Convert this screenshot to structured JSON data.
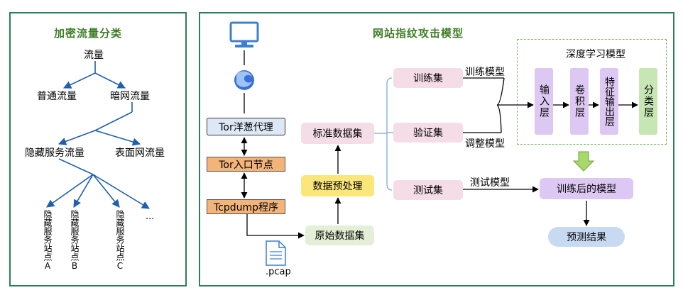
{
  "left": {
    "title": "加密流量分类",
    "root": "流量",
    "normal": "普通流量",
    "dark": "暗网流量",
    "hidden_service": "隐藏服务流量",
    "surface": "表面网流量",
    "sites": [
      "隐藏服务站点A",
      "隐藏服务站点B",
      "隐藏服务站点C"
    ],
    "more": "..."
  },
  "right": {
    "title": "网站指纹攻击模型",
    "tor_proxy": "Tor洋葱代理",
    "tor_entry": "Tor入口节点",
    "tcpdump": "Tcpdump程序",
    "pcap": ".pcap",
    "raw_data": "原始数据集",
    "preprocess": "数据预处理",
    "standard_data": "标准数据集",
    "train_set": "训练集",
    "val_set": "验证集",
    "test_set": "测试集",
    "train_model": "训练模型",
    "tune_model": "调整模型",
    "test_model": "测试模型",
    "dl_title": "深度学习模型",
    "layers": [
      "输入层",
      "卷积层",
      "特征输出层",
      "分类层"
    ],
    "trained_model": "训练后的模型",
    "prediction": "预测结果"
  },
  "colors": {
    "green_border": "#2e7d5b",
    "title_green": "#3f7d27",
    "blue_box": "#dde8f6",
    "orange_box": "#f3b47a",
    "yellow_box": "#fbe67a",
    "green_box": "#e3f0d7",
    "pink_box": "#f5dde8",
    "purple_layer": "#ddc8f4",
    "green_layer": "#c6e6b3",
    "tree_blue": "#1f5fae"
  }
}
